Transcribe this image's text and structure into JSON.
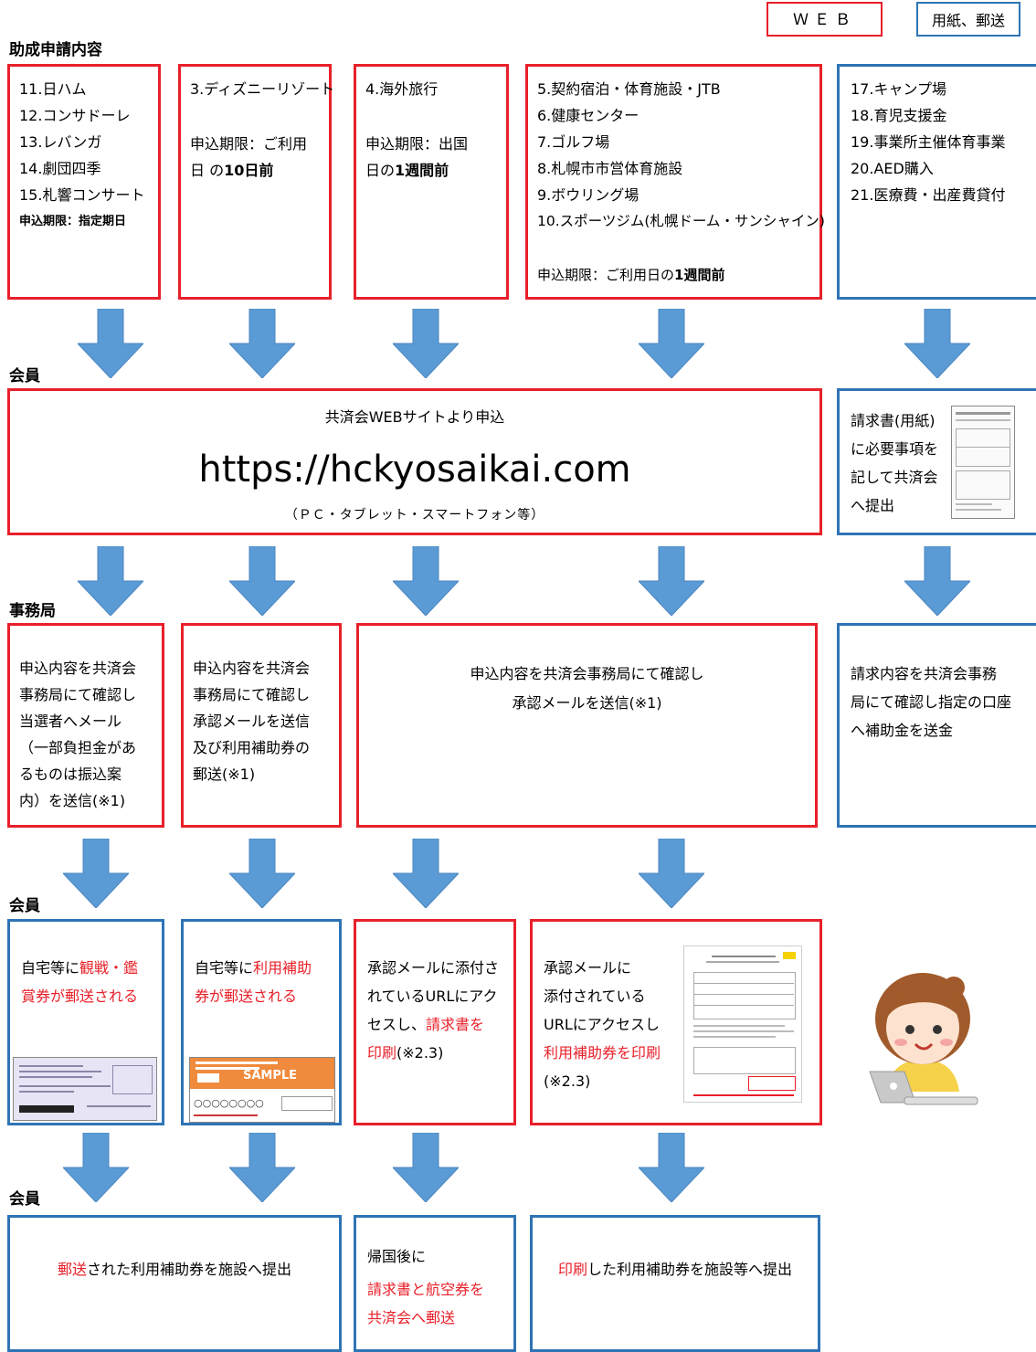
{
  "legend": {
    "web": "ＷＥＢ",
    "paper": "用紙、郵送"
  },
  "sections": {
    "application": "助成申請内容",
    "member1": "会員",
    "office": "事務局",
    "member2": "会員",
    "member3": "会員"
  },
  "row1": {
    "box1": {
      "items": [
        "11.日ハム",
        "12.コンサドーレ",
        "13.レバンガ",
        "14.劇団四季",
        "15.札響コンサート"
      ],
      "deadline": "申込期限：指定期日"
    },
    "box2": {
      "item": "3.ディズニーリゾート",
      "line1": "申込期限：ご利用",
      "line2a": "日 の",
      "line2b": "10日前"
    },
    "box3": {
      "item": "4.海外旅行",
      "line1": "申込期限：出国",
      "line2a": "日の",
      "line2b": "1週間前"
    },
    "box4": {
      "items": [
        "5.契約宿泊・体育施設・JTB",
        "6.健康センター",
        "7.ゴルフ場",
        "8.札幌市市営体育施設",
        "9.ボウリング場",
        "10.スポーツジム(札幌ドーム・サンシャイン)"
      ],
      "deadline_a": "申込期限：ご利用日の",
      "deadline_b": "1週間前"
    },
    "box5": {
      "items": [
        "17.キャンプ場",
        "18.育児支援金",
        "19.事業所主催体育事業",
        "20.AED購入",
        "21.医療費・出産費貸付"
      ]
    }
  },
  "row2": {
    "web_title": "共済会WEBサイトより申込",
    "url": "https://hckyosaikai.com",
    "devices": "（ＰＣ・タブレット・スマートフォン等）",
    "paper": [
      "請求書(用紙)",
      "に必要事項を",
      "記して共済会",
      "へ提出"
    ]
  },
  "row3": {
    "box1": [
      "申込内容を共済会",
      "事務局にて確認し",
      "当選者へメール",
      "（一部負担金があ",
      "るものは振込案",
      "内）を送信(※1)"
    ],
    "box2": [
      "申込内容を共済会",
      "事務局にて確認し",
      "承認メールを送信",
      "及び利用補助券の",
      "郵送(※1)"
    ],
    "box3": [
      "申込内容を共済会事務局にて確認し",
      "承認メールを送信(※1)"
    ],
    "box4": [
      "請求内容を共済会事務",
      "局にて確認し指定の口座",
      "へ補助金を送金"
    ]
  },
  "row4": {
    "box1": {
      "a": "自宅等に",
      "b": "観戦・鑑",
      "c": "賞券が郵送される"
    },
    "box2": {
      "a": "自宅等に",
      "b": "利用補助",
      "c": "券が郵送される"
    },
    "box3": {
      "l1": "承認メールに添付さ",
      "l2": "れているURLにアク",
      "l3a": "セスし、",
      "l3b": "請求書を",
      "l4a": "印刷",
      "l4b": "(※2.3)"
    },
    "box4": {
      "l1": "承認メールに",
      "l2": "添付されている",
      "l3": "URLにアクセスし",
      "l4": "利用補助券を印刷",
      "l5": "(※2.3)"
    },
    "ticket_sample": "SAMPLE",
    "ticket_circles": "○○○○○○○○"
  },
  "row5": {
    "box1": {
      "a": "郵送",
      "b": "された利用補助券を施設へ提出"
    },
    "box2": {
      "l1": "帰国後に",
      "l2": "請求書と航空券を",
      "l3": "共済会へ郵送"
    },
    "box3": {
      "a": "印刷",
      "b": "した利用補助券を施設等へ提出"
    }
  },
  "colors": {
    "red": "#e8202a",
    "blue": "#2e74b5",
    "arrow": "#5b9bd5"
  }
}
